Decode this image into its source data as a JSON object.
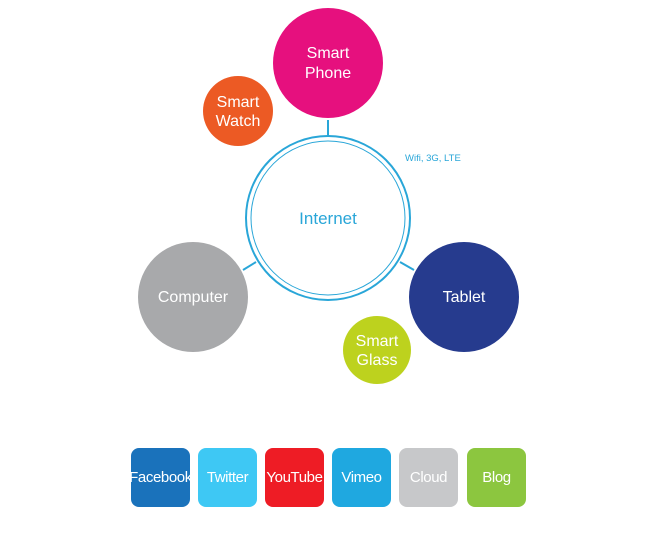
{
  "nodes": {
    "internet": {
      "label": "Internet",
      "color": "#29a6d8"
    },
    "smart_phone": {
      "line1": "Smart",
      "line2": "Phone",
      "color": "#e6107e"
    },
    "smart_watch": {
      "line1": "Smart",
      "line2": "Watch",
      "color": "#ec5a24"
    },
    "computer": {
      "label": "Computer",
      "color": "#a8a9ab"
    },
    "tablet": {
      "label": "Tablet",
      "color": "#263b8e"
    },
    "smart_glass": {
      "line1": "Smart",
      "line2": "Glass",
      "color": "#bdd21e"
    }
  },
  "connection_note": "Wifi, 3G, LTE",
  "services": [
    {
      "label": "Facebook",
      "color": "#1a72bb"
    },
    {
      "label": "Twitter",
      "color": "#3ec8f4"
    },
    {
      "label": "YouTube",
      "color": "#ee1c25"
    },
    {
      "label": "Vimeo",
      "color": "#1fa8e0"
    },
    {
      "label": "Cloud",
      "color": "#c7c8ca"
    },
    {
      "label": "Blog",
      "color": "#8cc63f"
    }
  ]
}
